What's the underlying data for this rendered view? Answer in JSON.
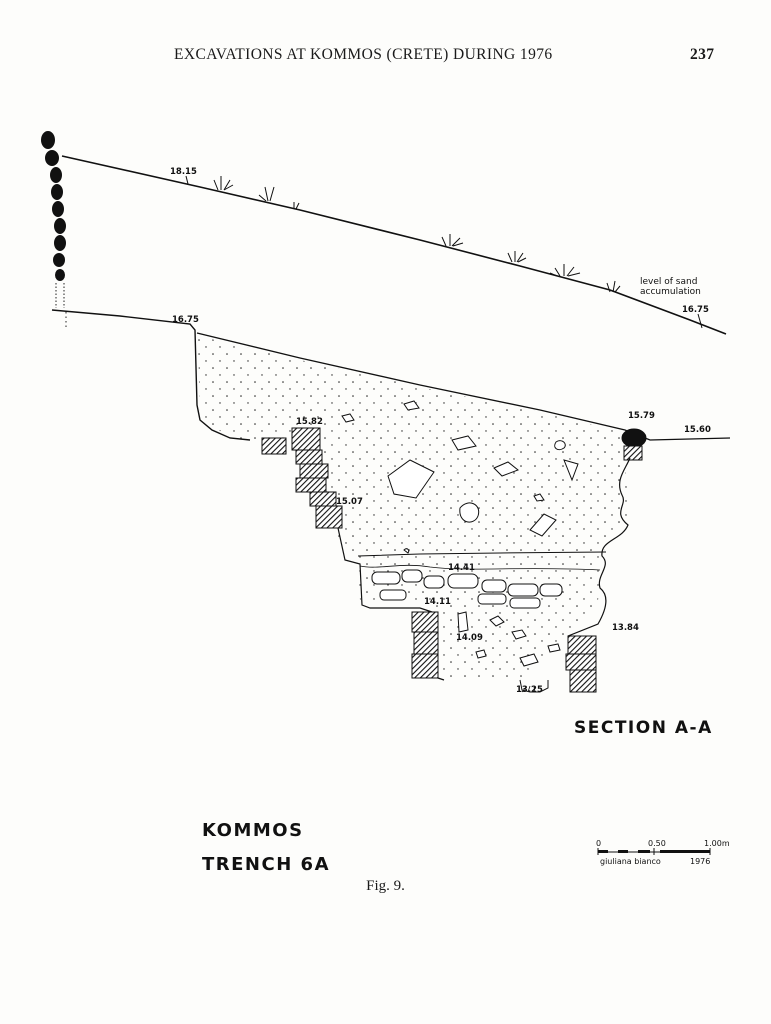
{
  "header": {
    "running_title": "EXCAVATIONS AT KOMMOS (CRETE) DURING 1976",
    "page_number": "237"
  },
  "figure": {
    "elevations": {
      "top_left": "18.15",
      "top_right": "16.75",
      "surface_left": "16.75",
      "wall_top_left": "15.82",
      "wall_mid_left": "15.07",
      "rim_right": "15.79",
      "right_edge": "15.60",
      "floor_upper": "14.41",
      "floor_left": "14.11",
      "floor_lower": "14.09",
      "floor_right": "13.84",
      "bottom": "13.25"
    },
    "annotation_line1": "level of sand",
    "annotation_line2": "accumulation",
    "section_label": "SECTION A-A",
    "site_title": "KOMMOS",
    "trench_title": "TRENCH 6A",
    "scale_bar": {
      "tick_0": "0",
      "tick_mid": "0.50",
      "tick_end": "1.00m"
    },
    "credit": "giuliana bianco",
    "credit_year": "1976"
  },
  "caption": "Fig. 9."
}
